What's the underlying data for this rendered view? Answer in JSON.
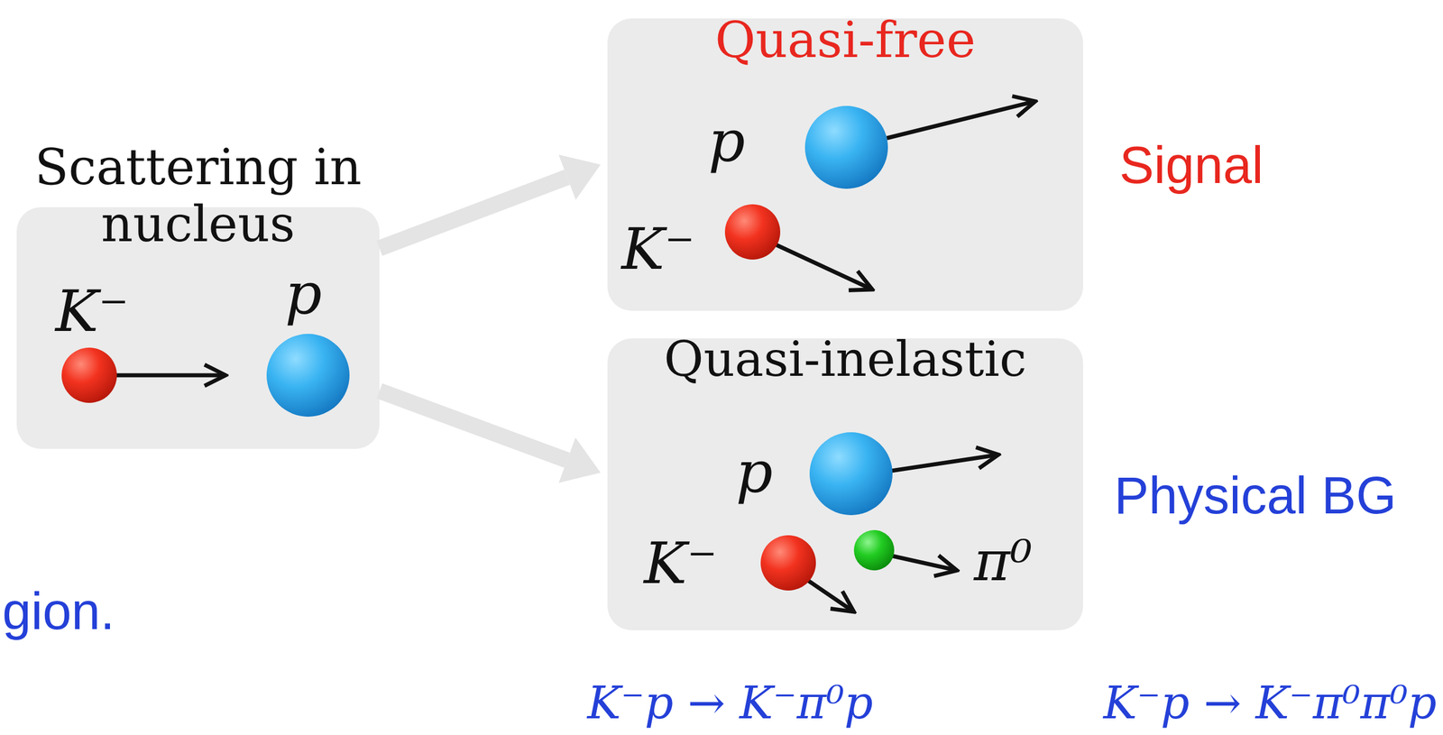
{
  "diagram": {
    "nodes": [
      {
        "text": [
          "Scattering in nucleus"
        ]
      },
      {
        "text": [
          "Quasi-free"
        ]
      },
      {
        "text": [
          "Quasi-inelastic"
        ]
      }
    ],
    "edges": [
      {
        "from": 0,
        "to": 1,
        "arrow": "to"
      },
      {
        "from": 0,
        "to": 2,
        "arrow": "to"
      }
    ],
    "labels": [
      "K⁻",
      "p",
      "p",
      "K⁻",
      "p",
      "K⁻",
      "π⁰",
      "Signal",
      "Physical BG",
      "gion.",
      "K⁻p → K⁻π⁰p",
      "K⁻p → K⁻π⁰π⁰p"
    ]
  }
}
